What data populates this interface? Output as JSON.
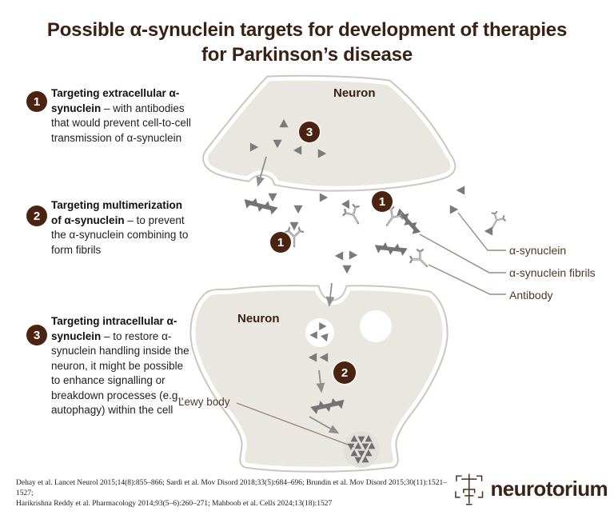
{
  "title": {
    "line1": "Possible α-synuclein targets for development of therapies",
    "line2": "for Parkinson’s disease"
  },
  "legend": {
    "items": [
      {
        "number": "1",
        "bold": "Targeting extracellular α-synuclein",
        "rest": " – with antibodies that would prevent cell-to-cell transmission of α-synuclein"
      },
      {
        "number": "2",
        "bold": "Targeting multimerization of α-synuclein",
        "rest": " – to prevent the α-synuclein combining to form fibrils"
      },
      {
        "number": "3",
        "bold": "Targeting intracellular α-synuclein",
        "rest": " – to restore α-synuclein handling inside the neuron, it might be possible to enhance signalling or breakdown processes (e.g., autophagy) within the cell"
      }
    ]
  },
  "diagram": {
    "neuron_top_label": "Neuron",
    "neuron_bottom_label": "Neuron",
    "badges": {
      "b1a": "1",
      "b1b": "1",
      "b2": "2",
      "b3": "3"
    },
    "labels": {
      "alpha_synuclein": "α-synuclein",
      "alpha_synuclein_fibrils": "α-synuclein fibrils",
      "antibody": "Antibody",
      "lewy_body": "Lewy body"
    },
    "icons": {
      "monomer": "alpha-synuclein-triangle",
      "fibril": "alpha-synuclein-fibril-chain",
      "antibody": "antibody-y-shape",
      "lewy": "lewy-body-aggregate"
    }
  },
  "footer": {
    "citation_line1": "Dehay et al. Lancet Neurol 2015;14(8):855–866; Sardi et al. Mov Disord 2018;33(5):684–696; Brundin et al. Mov Disord 2015;30(11):1521–1527;",
    "citation_line2": "Harikrishna Reddy et al. Pharmacology 2014;93(5–6):260–271; Mahboob et al. Cells 2024;13(18):1527"
  },
  "logo": {
    "text": "neurotorium"
  },
  "colors": {
    "title_brown": "#3a2115",
    "badge_brown": "#4a2410",
    "label_brown": "#4f382a",
    "triangle_gray": "#7b7b7b",
    "antibody_gray": "#8f8f8f",
    "neuron_fill": "#eae7e0",
    "neuron_border": "#cbc7bb",
    "leader_line": "#9a8a7d"
  }
}
